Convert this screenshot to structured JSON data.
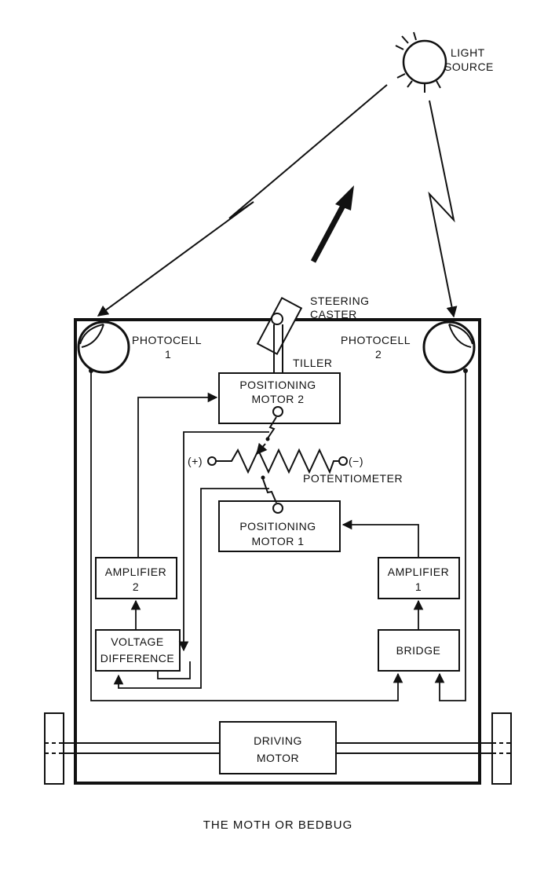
{
  "labels": {
    "light_source_line1": "LIGHT",
    "light_source_line2": "SOURCE",
    "steering_line1": "STEERING",
    "steering_line2": "CASTER",
    "tiller": "TILLER",
    "photocell1_line1": "PHOTOCELL",
    "photocell1_line2": "1",
    "photocell2_line1": "PHOTOCELL",
    "photocell2_line2": "2",
    "pos_motor2_line1": "POSITIONING",
    "pos_motor2_line2": "MOTOR 2",
    "pos_motor1_line1": "POSITIONING",
    "pos_motor1_line2": "MOTOR 1",
    "plus_terminal": "(+)",
    "minus_terminal": "(−)",
    "potentiometer": "POTENTIOMETER",
    "amplifier2_line1": "AMPLIFIER",
    "amplifier2_line2": "2",
    "amplifier1_line1": "AMPLIFIER",
    "amplifier1_line2": "1",
    "voltage_line1": "VOLTAGE",
    "voltage_line2": "DIFFERENCE",
    "bridge": "BRIDGE",
    "driving_line1": "DRIVING",
    "driving_line2": "MOTOR"
  },
  "caption": "THE MOTH OR BEDBUG"
}
